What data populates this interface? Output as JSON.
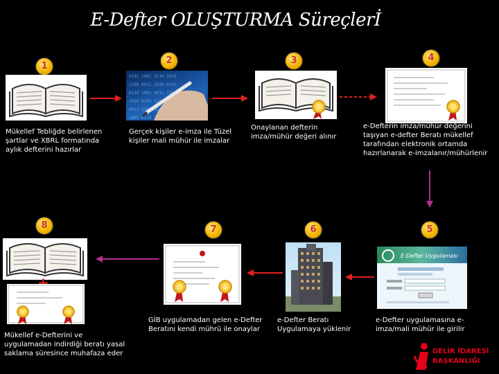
{
  "title": "E-Defter OLUŞTURMA Süreçlerİ",
  "steps": [
    {
      "num": "1",
      "caption": "Mükellef Tebliğde belirlenen şartlar ve XBRL formatında aylık defterini hazırlar"
    },
    {
      "num": "2",
      "caption": "Gerçek kişiler e-imza ile Tüzel kişiler mali mühür ile imzalar"
    },
    {
      "num": "3",
      "caption": "Onaylanan defterin imza/mühür değeri alınır"
    },
    {
      "num": "4",
      "caption": "e-Defterin imza/mühür değerini taşıyan e-defter Beratı mükellef tarafından elektronik ortamda hazırlanarak e-imzalanır/mühürlenir"
    },
    {
      "num": "5",
      "caption": "e-Defter uygulamasına e-imza/mali mühür ile girilir"
    },
    {
      "num": "6",
      "caption": "e-Defter Beratı Uygulamaya yüklenir"
    },
    {
      "num": "7",
      "caption": "GİB uygulamadan gelen e-Defter Beratını kendi mührü ile onaylar"
    },
    {
      "num": "8",
      "caption": "Mükellef e-Defterini ve uygulamadan indirdiği beratı yasal saklama süresince muhafaza eder"
    }
  ],
  "plus_sign": "+",
  "screen": {
    "header": "E-Defter Uygulaması"
  },
  "logo": {
    "line1": "GELİR İDARESİ",
    "line2": "BAŞKANLIĞI"
  },
  "colors": {
    "arrow": "#e02020",
    "arrow_purple": "#b03090",
    "badge": "#f4b400"
  }
}
